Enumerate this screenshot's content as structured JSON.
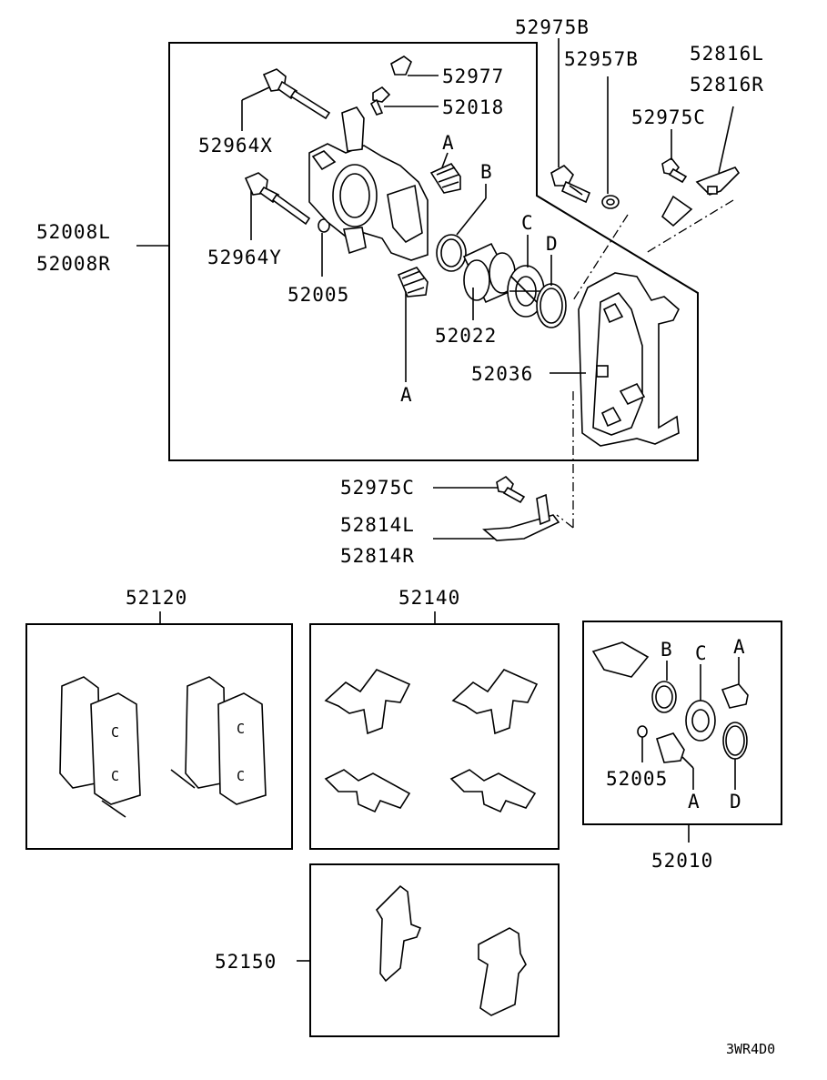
{
  "labels": {
    "p52975B": "52975B",
    "p52957B": "52957B",
    "p52816L": "52816L",
    "p52816R": "52816R",
    "p52975C_top": "52975C",
    "p52977": "52977",
    "p52018": "52018",
    "p52964X": "52964X",
    "p52008L": "52008L",
    "p52008R": "52008R",
    "p52964Y": "52964Y",
    "p52005": "52005",
    "p52022": "52022",
    "p52036": "52036",
    "p52975C_bottom": "52975C",
    "p52814L": "52814L",
    "p52814R": "52814R",
    "p52120": "52120",
    "p52140": "52140",
    "p52150": "52150",
    "p52010": "52010",
    "p52005_kit": "52005",
    "code": "3WR4D0"
  },
  "letters": {
    "A": "A",
    "B": "B",
    "C": "C",
    "D": "D"
  }
}
